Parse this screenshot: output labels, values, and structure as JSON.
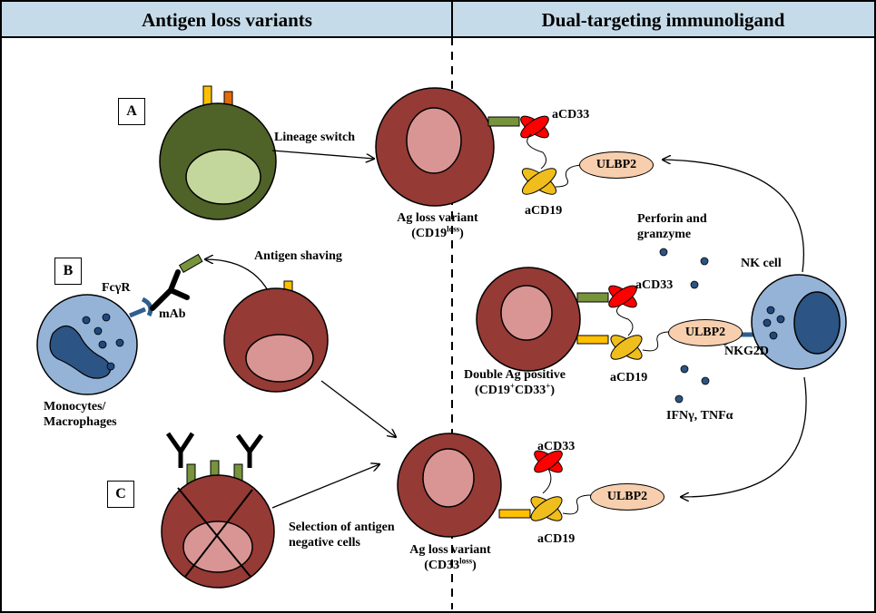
{
  "headers": {
    "left": "Antigen loss variants",
    "right": "Dual-targeting immunoligand"
  },
  "panels": {
    "a": "A",
    "b": "B",
    "c": "C"
  },
  "labels": {
    "lineage_switch": "Lineage switch",
    "antigen_shaving": "Antigen shaving",
    "selection_line1": "Selection of antigen",
    "selection_line2": "negative cells",
    "fcgr": "FcγR",
    "mab": "mAb",
    "monocytes_line1": "Monocytes/",
    "monocytes_line2": "Macrophages",
    "ag_loss_variant": "Ag loss variant",
    "cd19loss_main": "(CD19",
    "cd19loss_sup": "loss",
    "cd33loss_main": "(CD33",
    "cd33loss_sup": "loss",
    "paren_close": ")",
    "double_ag": "Double Ag positive",
    "cd19": "(CD19",
    "cd33": "CD33",
    "plus": "+",
    "acd33": "aCD33",
    "acd19": "aCD19",
    "ulbp2": "ULBP2",
    "perforin_line1": "Perforin and",
    "perforin_line2": "granzyme",
    "nk_cell": "NK cell",
    "nkg2d": "NKG2D",
    "ifn": "IFNγ, TNFα"
  },
  "colors": {
    "header_bg": "#c6dbe9",
    "tumor_cell": "#953a35",
    "tumor_nucleus": "#d99594",
    "myeloid_cell": "#4f6228",
    "myeloid_nucleus": "#c3d69b",
    "nk_cell": "#95b3d7",
    "nk_nucleus": "#2c5484",
    "cd33_antigen": "#77933c",
    "cd19_antigen": "#ffc000",
    "acd33_scfv": "#ff0000",
    "acd19_scfv": "#f0be1c",
    "ulbp2": "#f7cfae",
    "receptor": "#2f5f8f"
  }
}
